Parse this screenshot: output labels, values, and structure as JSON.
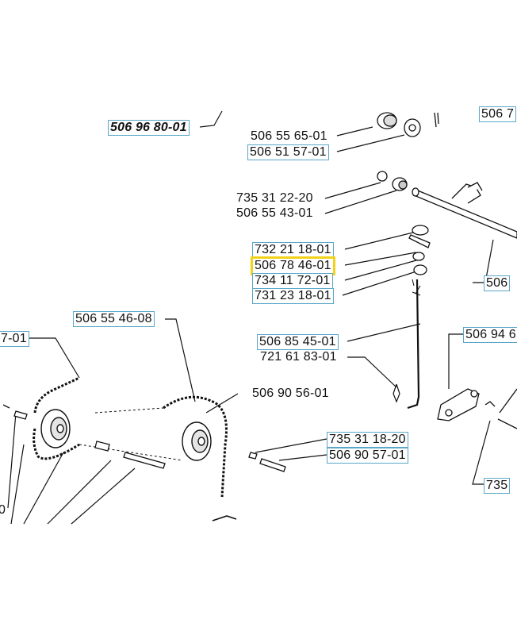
{
  "diagram": {
    "highlighted_part": "506 78 46-01",
    "colors": {
      "label_box": "#5aa7c9",
      "highlight": "#f2d21a",
      "line": "#111111"
    },
    "labels": {
      "l1": "506 96 80-01",
      "l2": "506 7",
      "l3": "506 55 65-01",
      "l4": "506 51 57-01",
      "l5": "735 31 22-20",
      "l6": "506 55 43-01",
      "l7": "732 21 18-01",
      "l8": "506 78 46-01",
      "l9": "734 11 72-01",
      "l10": "731 23 18-01",
      "l11": "506",
      "l12": "506 55 46-08",
      "l13": "7-01",
      "l14": "506 85 45-01",
      "l15": "721 61 83-01",
      "l16": "506 94 6",
      "l17": "506 90 56-01",
      "l18": "735 31 18-20",
      "l19": "506 90 57-01",
      "l20": "735",
      "l21": "0"
    }
  }
}
